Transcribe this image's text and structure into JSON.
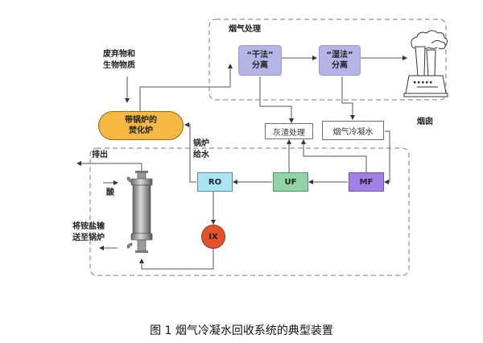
{
  "groups": {
    "flue_gas_treatment": "烟气处理"
  },
  "nodes": {
    "waste_input": [
      "废弃物和",
      "生物物质"
    ],
    "incinerator": [
      "带锅炉的",
      "焚化炉"
    ],
    "dry_separation": [
      "“干法”",
      "分离"
    ],
    "wet_separation": [
      "“湿法”",
      "分离"
    ],
    "stack": "烟囱",
    "ash_treatment": "灰渣处理",
    "flue_condensate": "烟气冷凝水",
    "ro": "RO",
    "uf": "UF",
    "mf": "MF",
    "ix": "IX"
  },
  "labels": {
    "boiler_feedwater": [
      "锅炉",
      "给水"
    ],
    "discharge": "排出",
    "acid": "酸",
    "ammonium_to_boiler": [
      "将铵盐输",
      "送至锅炉"
    ]
  },
  "colors": {
    "incinerator": "#f5b942",
    "separation": "#b4b4e6",
    "ro": "#a8e4f4",
    "uf": "#90d4a8",
    "mf": "#a080e8",
    "ix": "#e8522a",
    "dashed_border": "#7a7a8a"
  },
  "caption": "图 1 烟气冷凝水回收系统的典型装置"
}
